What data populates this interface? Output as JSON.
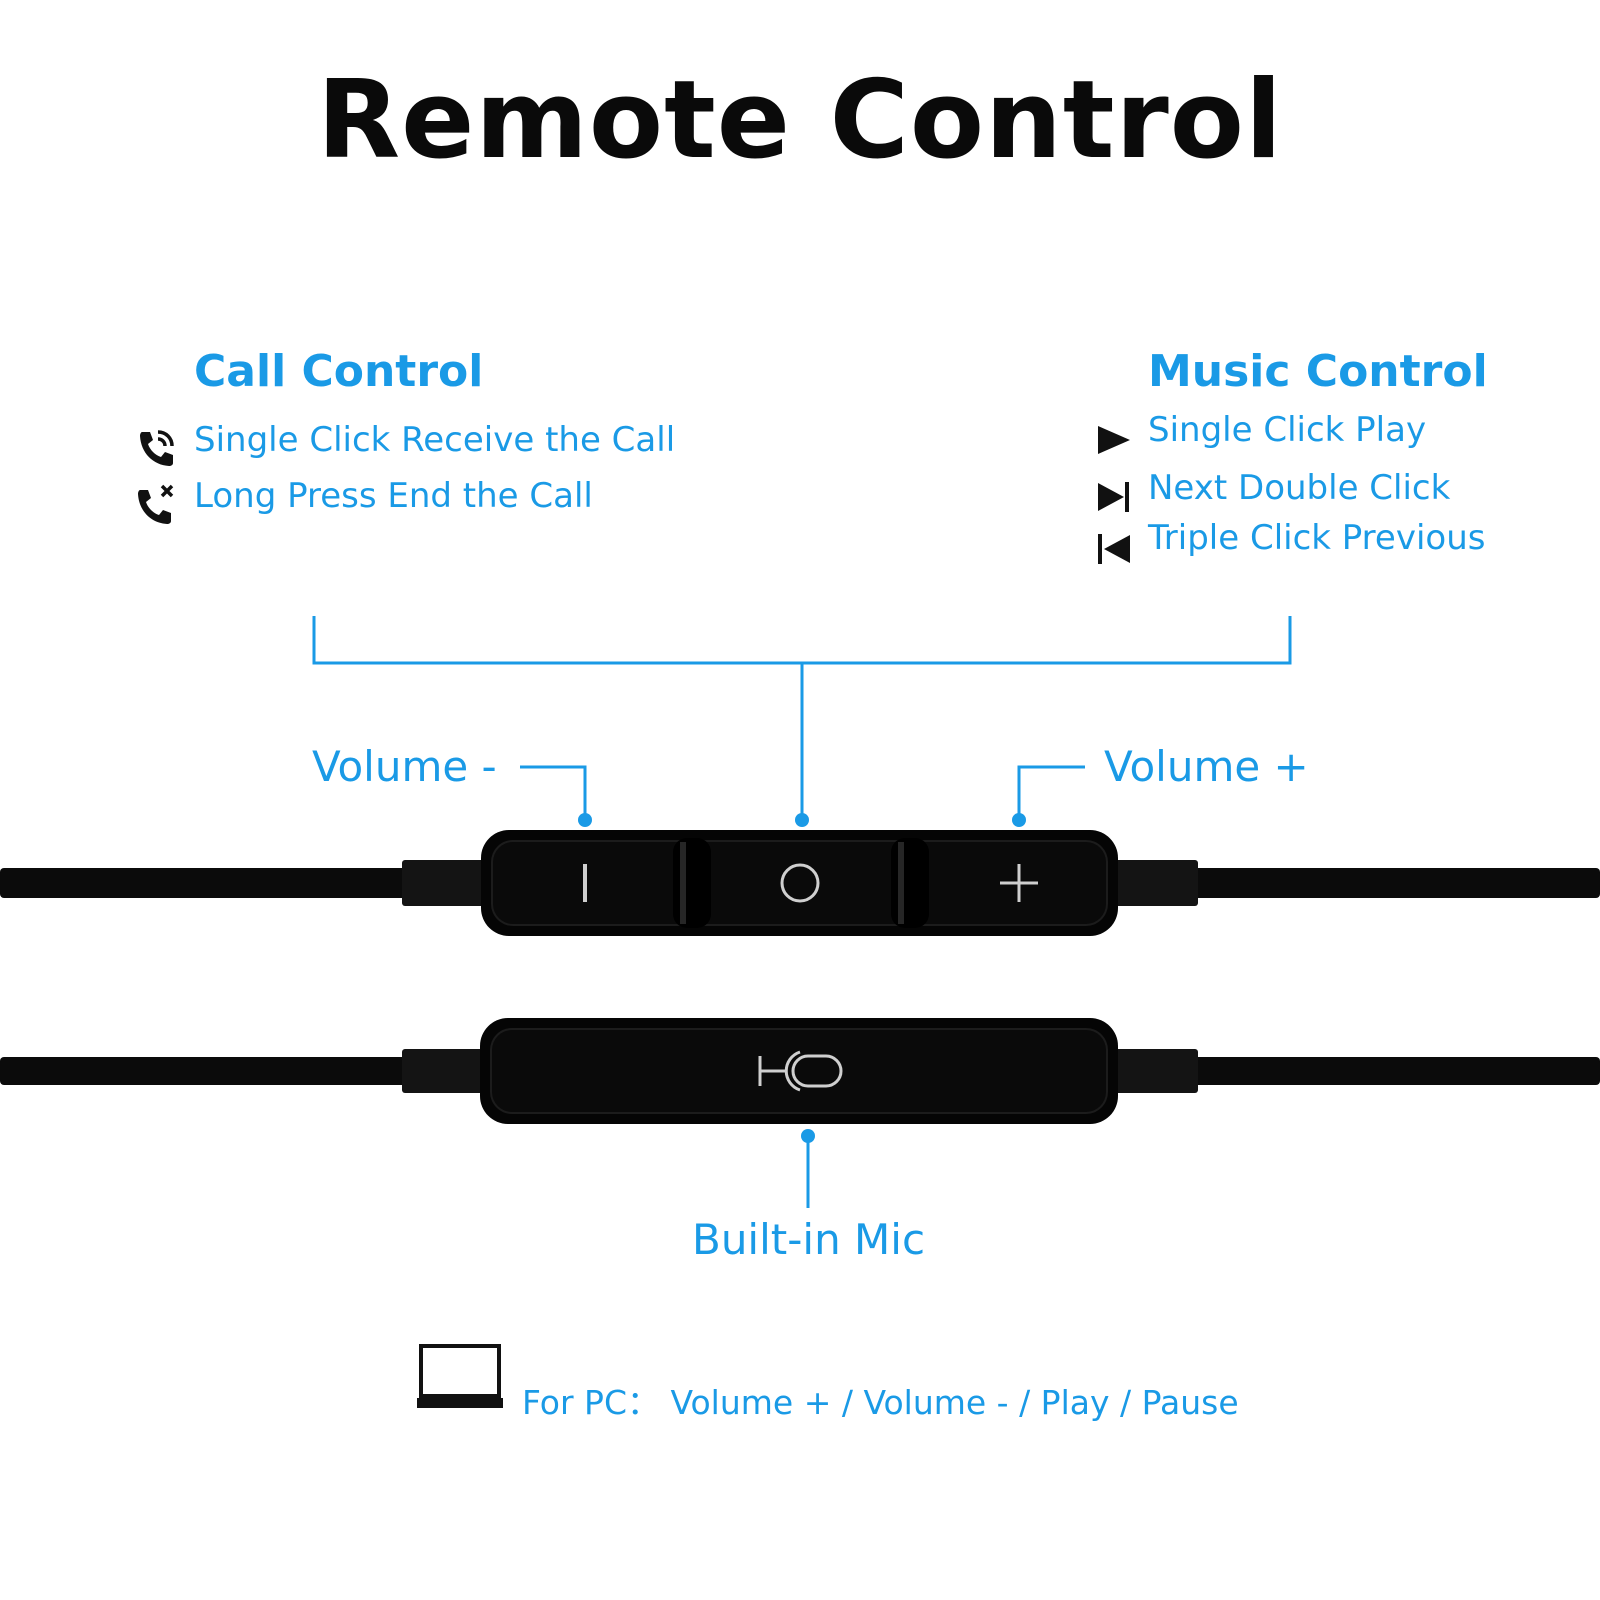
{
  "title": "Remote Control",
  "call_control": {
    "heading": "Call Control",
    "items": [
      {
        "icon": "phone-ring-icon",
        "label": "Single Click Receive the Call"
      },
      {
        "icon": "phone-end-icon",
        "label": "Long Press End the Call"
      }
    ]
  },
  "music_control": {
    "heading": "Music Control",
    "items": [
      {
        "icon": "play-icon",
        "label": "Single Click Play"
      },
      {
        "icon": "next-track-icon",
        "label": "Next Double Click"
      },
      {
        "icon": "previous-track-icon",
        "label": "Triple Click Previous"
      }
    ]
  },
  "remote_labels": {
    "volume_down": "Volume -",
    "volume_up": "Volume +",
    "mic": "Built-in Mic"
  },
  "pc_note": {
    "icon": "laptop-icon",
    "text": "For PC：  Volume + / Volume - / Play / Pause"
  },
  "colors": {
    "accent": "#1a9ae6",
    "remote_body": "#0d0d0d",
    "button_glyph": "#cfcfcf"
  }
}
